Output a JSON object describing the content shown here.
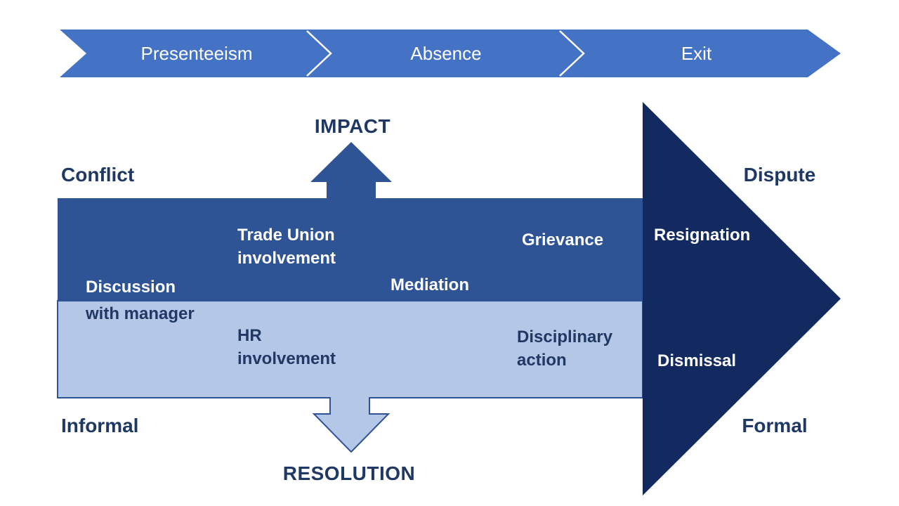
{
  "palette": {
    "stage_bar": "#4472C4",
    "band_dark": "#2F5496",
    "band_light": "#B4C7E7",
    "exit_arrow_navy": "#132A60",
    "text_navy": "#1F3864",
    "separator_white": "#FFFFFF"
  },
  "escalation_bar": {
    "stages": [
      {
        "label": "Presenteeism"
      },
      {
        "label": "Absence"
      },
      {
        "label": "Exit"
      }
    ]
  },
  "vertical_axis": {
    "top": "IMPACT",
    "bottom": "RESOLUTION"
  },
  "quadrants": {
    "top_left": "Conflict",
    "top_right": "Dispute",
    "bottom_left": "Informal",
    "bottom_right": "Formal"
  },
  "formal_band": {
    "discussion_line1": "Discussion",
    "trade_union": "Trade Union\ninvolvement",
    "mediation": "Mediation",
    "grievance": "Grievance"
  },
  "informal_band": {
    "discussion_line2": "with manager",
    "hr": "HR\ninvolvement",
    "disciplinary": "Disciplinary\naction"
  },
  "exit_outcomes": {
    "resignation": "Resignation",
    "dismissal": "Dismissal"
  }
}
